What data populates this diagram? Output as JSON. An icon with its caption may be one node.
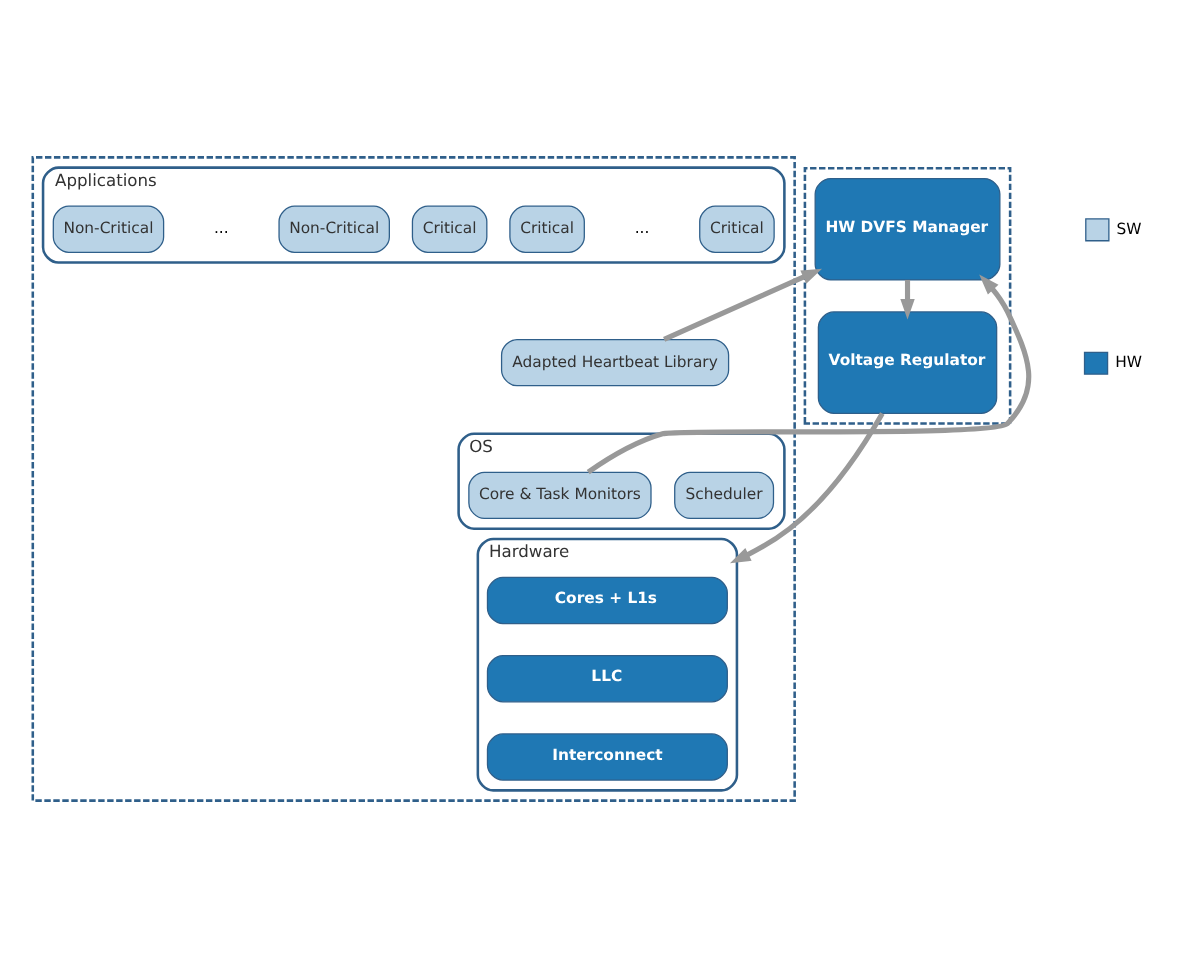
{
  "diagram": {
    "nodes": [
      {
        "text": [],
        "shape": "box"
      },
      {
        "text": [
          "Applications"
        ],
        "in": 0
      },
      {
        "text": [
          "Non-Critical"
        ],
        "in": 1
      },
      {
        "text": [
          "Non-Critical"
        ],
        "in": 1
      },
      {
        "text": [
          "Critical"
        ],
        "in": 1
      },
      {
        "text": [
          "Critical"
        ],
        "in": 1
      },
      {
        "text": [
          "Critical"
        ],
        "in": 1
      },
      {
        "text": [
          "OS"
        ],
        "in": 0
      },
      {
        "text": [
          "Adapted Heartbeat Library"
        ],
        "in": 0
      },
      {
        "text": [
          "Scheduler"
        ],
        "in": 7
      },
      {
        "text": [
          "Core & Task Monitors"
        ],
        "in": 7
      },
      {
        "text": [
          "Hardware"
        ],
        "in": 0
      },
      {
        "text": [
          "Cores + L1s"
        ],
        "in": 11
      },
      {
        "text": [
          "LLC"
        ],
        "in": 11
      },
      {
        "text": [
          "Interconnect"
        ],
        "in": 11
      },
      {
        "text": [],
        "shape": "box"
      },
      {
        "text": [
          "HW DVFS Manager"
        ],
        "in": 15
      },
      {
        "text": [
          "Voltage Regulator"
        ],
        "in": 15
      }
    ],
    "edges": [
      {
        "from": 8,
        "to": 16,
        "arrow": "to"
      },
      {
        "from": 10,
        "to": 16,
        "arrow": "to"
      },
      {
        "from": 16,
        "to": 17,
        "arrow": "to"
      },
      {
        "from": 17,
        "to": 11,
        "arrow": "to"
      }
    ],
    "labels": [
      "...",
      "..."
    ],
    "legend": [
      {
        "text": "SW",
        "color": "#b9d3e6"
      },
      {
        "text": "HW",
        "color": "#1f78b4"
      }
    ]
  }
}
